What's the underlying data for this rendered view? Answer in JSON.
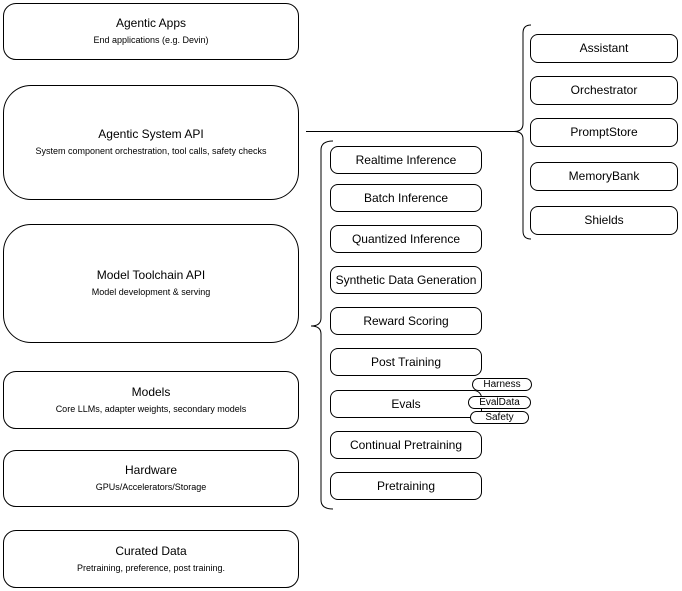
{
  "colors": {
    "stroke": "#000000",
    "background": "#ffffff",
    "text": "#000000"
  },
  "stack": [
    {
      "title": "Agentic Apps",
      "subtitle": "End applications (e.g. Devin)"
    },
    {
      "title": "Agentic System API",
      "subtitle": "System component orchestration, tool calls, safety checks"
    },
    {
      "title": "Model Toolchain API",
      "subtitle": "Model development & serving"
    },
    {
      "title": "Models",
      "subtitle": "Core LLMs, adapter weights, secondary models"
    },
    {
      "title": "Hardware",
      "subtitle": "GPUs/Accelerators/Storage"
    },
    {
      "title": "Curated Data",
      "subtitle": "Pretraining, preference, post training."
    }
  ],
  "toolchain_items": [
    "Realtime Inference",
    "Batch Inference",
    "Quantized Inference",
    "Synthetic Data Generation",
    "Reward Scoring",
    "Post Training",
    "Evals",
    "Continual Pretraining",
    "Pretraining"
  ],
  "eval_pills": [
    "Harness",
    "EvalData",
    "Safety"
  ],
  "system_components": [
    "Assistant",
    "Orchestrator",
    "PromptStore",
    "MemoryBank",
    "Shields"
  ]
}
